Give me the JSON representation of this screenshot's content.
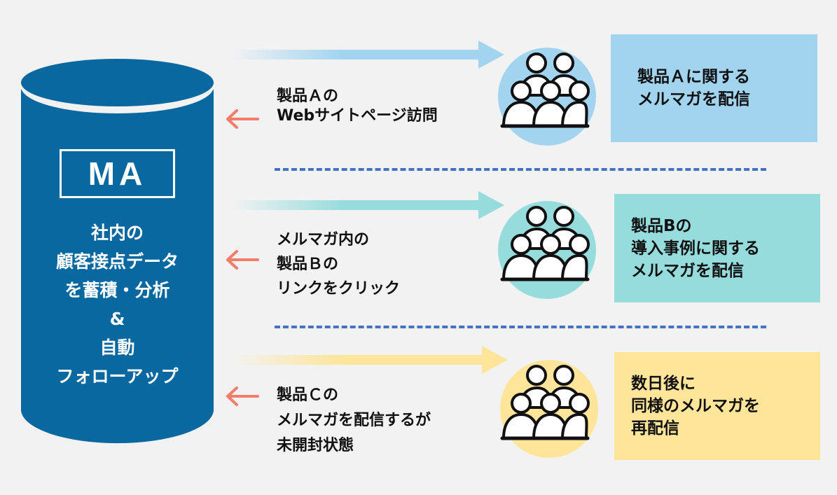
{
  "colors": {
    "background": "#f2f2f2",
    "cylinder": "#09689f",
    "row_a": "#a2d4f0",
    "row_b": "#97dcdc",
    "row_c": "#ffe599",
    "back_arrow": "#f47c6a",
    "divider": "#4472c4"
  },
  "ma": {
    "title": "MA",
    "description_lines": [
      "社内の",
      "顧客接点データ",
      "を蓄積・分析",
      "&",
      "自動",
      "フォローアップ"
    ]
  },
  "rows": [
    {
      "trigger_lines": [
        "製品Ａの",
        "Webサイトページ訪問"
      ],
      "action_lines": [
        "製品Ａに関する",
        "メルマガを配信"
      ],
      "icon": "people-group-icon"
    },
    {
      "trigger_lines": [
        "メルマガ内の",
        "製品Ｂの",
        "リンクをクリック"
      ],
      "action_lines": [
        "製品Bの",
        "導入事例に関する",
        "メルマガを配信"
      ],
      "icon": "people-group-icon"
    },
    {
      "trigger_lines": [
        "製品Ｃの",
        "メルマガを配信するが",
        "未開封状態"
      ],
      "action_lines": [
        "数日後に",
        "同様のメルマガを",
        "再配信"
      ],
      "icon": "people-group-icon"
    }
  ]
}
